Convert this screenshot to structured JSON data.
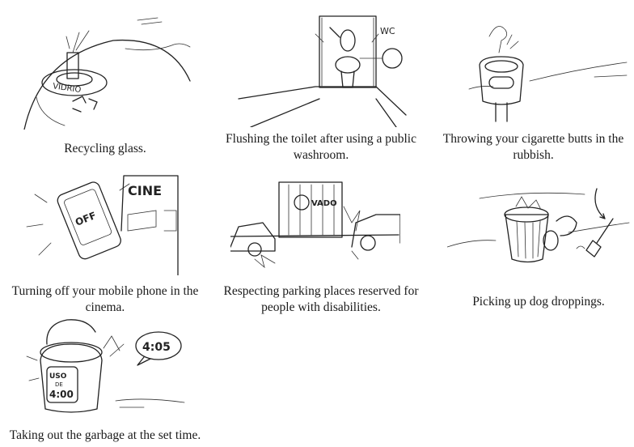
{
  "captions": {
    "c1": "Recycling glass.",
    "c2": "Flushing the toilet after using a public washroom.",
    "c3": "Throwing your cigarette butts in the rubbish.",
    "c4": "Turning off your mobile phone in the cinema.",
    "c5": "Respecting parking places reserved for people with disabilities.",
    "c6": "Picking up dog droppings.",
    "c7": "Taking out the garbage at the set time."
  },
  "sketch_text": {
    "vidrio": "VIDRIO",
    "wc": "WC",
    "off": "OFF",
    "cine": "CINE",
    "vado": "VADO",
    "clock": "4:05",
    "uso": "USO",
    "de": "DE",
    "bin_time": "4:00"
  },
  "icons": {
    "c1": "recycling-bin-icon",
    "c2": "toilet-icon",
    "c3": "trash-can-icon",
    "c4": "mobile-phone-icon",
    "c5": "parked-car-icon",
    "c6": "dog-bin-icon",
    "c7": "garbage-bin-icon"
  }
}
